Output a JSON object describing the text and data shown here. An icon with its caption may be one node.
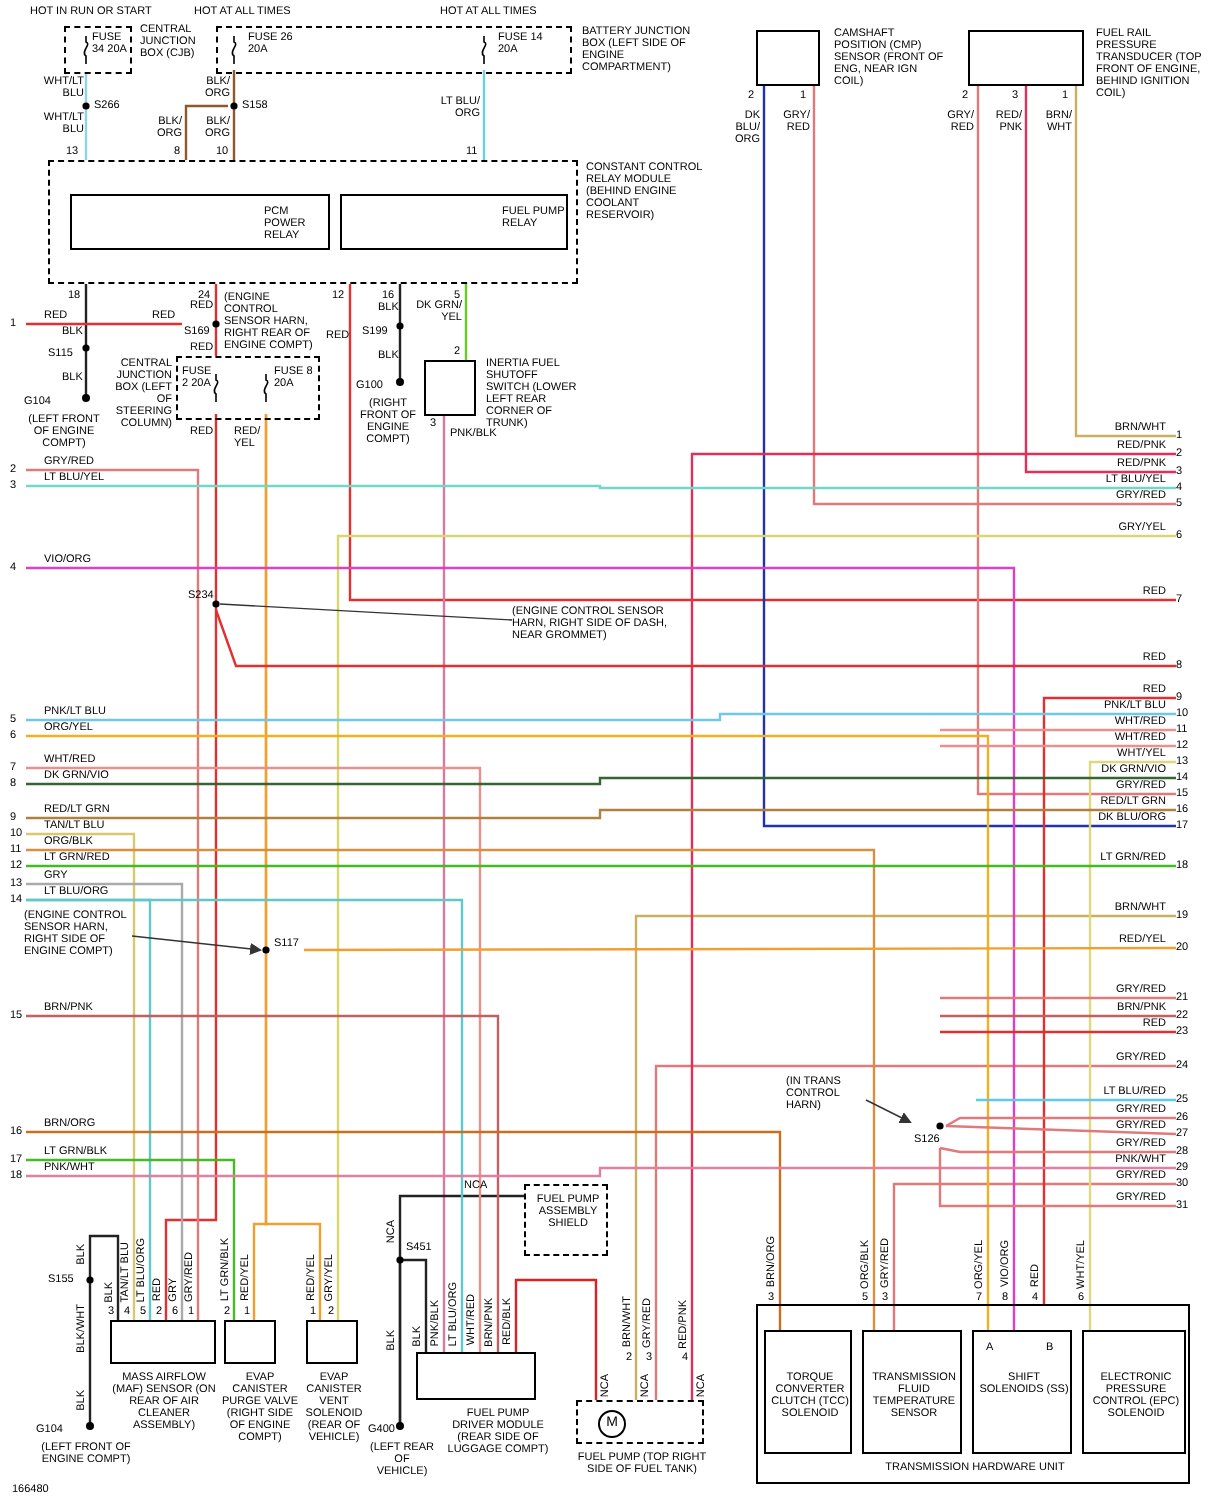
{
  "diagram": {
    "nodes": [
      {
        "text": [
          "FUSE 34 20A"
        ],
        "beside": [
          "CENTRAL JUNCTION BOX (CJB)"
        ]
      },
      {
        "text": [
          "BATTERY JUNCTION BOX (LEFT SIDE OF ENGINE COMPARTMENT)"
        ]
      },
      {
        "text": [
          "FUSE 26 20A"
        ],
        "in": 1
      },
      {
        "text": [
          "FUSE 14 20A"
        ],
        "in": 1
      },
      {
        "text": [
          "CONSTANT CONTROL RELAY MODULE (BEHIND ENGINE COOLANT RESERVOIR)"
        ]
      },
      {
        "text": [
          "PCM POWER RELAY"
        ],
        "in": 4
      },
      {
        "text": [
          "FUEL PUMP RELAY"
        ],
        "in": 4
      },
      {
        "text": [
          "CENTRAL JUNCTION BOX (LEFT OF STEERING COLUMN)"
        ]
      },
      {
        "text": [
          "FUSE 2 20A"
        ],
        "in": 7
      },
      {
        "text": [
          "FUSE 8 20A"
        ],
        "in": 7
      },
      {
        "text": [
          "INERTIA FUEL SHUTOFF SWITCH (LOWER LEFT REAR CORNER OF TRUNK)"
        ]
      },
      {
        "text": [
          "G104",
          "(LEFT FRONT OF ENGINE COMPT)"
        ]
      },
      {
        "text": [
          "G100",
          "(RIGHT FRONT OF ENGINE COMPT)"
        ]
      },
      {
        "text": [
          "CAMSHAFT POSITION (CMP) SENSOR (FRONT OF ENG, NEAR IGN COIL)"
        ]
      },
      {
        "text": [
          "FUEL RAIL PRESSURE TRANSDUCER (TOP FRONT OF ENGINE, BEHIND IGNITION COIL)"
        ]
      },
      {
        "text": [
          "MASS AIRFLOW (MAF) SENSOR (ON REAR OF AIR CLEANER ASSEMBLY)"
        ]
      },
      {
        "text": [
          "EVAP CANISTER PURGE VALVE (RIGHT SIDE OF ENGINE COMPT)"
        ]
      },
      {
        "text": [
          "EVAP CANISTER VENT SOLENOID (REAR OF VEHICLE)"
        ]
      },
      {
        "text": [
          "G104",
          "(LEFT FRONT OF ENGINE COMPT)"
        ]
      },
      {
        "text": [
          "G400",
          "(LEFT REAR OF VEHICLE)"
        ]
      },
      {
        "text": [
          "FUEL PUMP DRIVER MODULE (REAR SIDE OF LUGGAGE COMPT)"
        ]
      },
      {
        "text": [
          "FUEL PUMP ASSEMBLY SHIELD"
        ]
      },
      {
        "text": [
          "M",
          "FUEL PUMP (TOP RIGHT SIDE OF FUEL TANK)"
        ]
      },
      {
        "text": [
          "TRANSMISSION HARDWARE UNIT"
        ]
      },
      {
        "text": [
          "TORQUE CONVERTER CLUTCH (TCC) SOLENOID"
        ],
        "in": 23
      },
      {
        "text": [
          "TRANSMISSION FLUID TEMPERATURE SENSOR"
        ],
        "in": 23
      },
      {
        "text": [
          "A",
          "B",
          "SHIFT SOLENOIDS (SS)"
        ],
        "in": 23
      },
      {
        "text": [
          "ELECTRONIC PRESSURE CONTROL (EPC) SOLENOID"
        ],
        "in": 23
      },
      {
        "text": [
          "(ENGINE CONTROL SENSOR HARN, RIGHT SIDE OF DASH, NEAR GROMMET)"
        ]
      },
      {
        "text": [
          "(ENGINE CONTROL SENSOR HARN, RIGHT SIDE OF ENGINE COMPT)"
        ]
      },
      {
        "text": [
          "(IN TRANS CONTROL HARN)"
        ]
      },
      {
        "text": [
          "1"
        ]
      },
      {
        "text": [
          "2"
        ]
      },
      {
        "text": [
          "3"
        ]
      },
      {
        "text": [
          "4"
        ]
      },
      {
        "text": [
          "5"
        ]
      },
      {
        "text": [
          "6"
        ]
      },
      {
        "text": [
          "7"
        ]
      },
      {
        "text": [
          "8"
        ]
      },
      {
        "text": [
          "9"
        ]
      },
      {
        "text": [
          "10"
        ]
      },
      {
        "text": [
          "11"
        ]
      },
      {
        "text": [
          "12"
        ]
      },
      {
        "text": [
          "13"
        ]
      },
      {
        "text": [
          "14"
        ]
      },
      {
        "text": [
          "15"
        ]
      },
      {
        "text": [
          "16"
        ]
      },
      {
        "text": [
          "17"
        ]
      },
      {
        "text": [
          "18"
        ]
      },
      {
        "text": [
          "1"
        ]
      },
      {
        "text": [
          "2"
        ]
      },
      {
        "text": [
          "3"
        ]
      },
      {
        "text": [
          "4"
        ]
      },
      {
        "text": [
          "5"
        ]
      },
      {
        "text": [
          "6"
        ]
      },
      {
        "text": [
          "7"
        ]
      },
      {
        "text": [
          "8"
        ]
      },
      {
        "text": [
          "9"
        ]
      },
      {
        "text": [
          "10"
        ]
      },
      {
        "text": [
          "11"
        ]
      },
      {
        "text": [
          "12"
        ]
      },
      {
        "text": [
          "13"
        ]
      },
      {
        "text": [
          "14"
        ]
      },
      {
        "text": [
          "15"
        ]
      },
      {
        "text": [
          "16"
        ]
      },
      {
        "text": [
          "17"
        ]
      },
      {
        "text": [
          "18"
        ]
      },
      {
        "text": [
          "19"
        ]
      },
      {
        "text": [
          "20"
        ]
      },
      {
        "text": [
          "21"
        ]
      },
      {
        "text": [
          "22"
        ]
      },
      {
        "text": [
          "23"
        ]
      },
      {
        "text": [
          "24"
        ]
      },
      {
        "text": [
          "25"
        ]
      },
      {
        "text": [
          "26"
        ]
      },
      {
        "text": [
          "27"
        ]
      },
      {
        "text": [
          "28"
        ]
      },
      {
        "text": [
          "29"
        ]
      },
      {
        "text": [
          "30"
        ]
      },
      {
        "text": [
          "31"
        ]
      },
      {
        "text": [
          "S234"
        ]
      },
      {
        "text": [
          "S117"
        ]
      },
      {
        "text": [
          "S126"
        ]
      },
      {
        "text": [
          "S169"
        ]
      },
      {
        "text": [
          "S158"
        ]
      }
    ],
    "edges": [
      {
        "from": 0,
        "to": 4,
        "arrow": "none",
        "label": "WHT/LT BLU",
        "color": "#8fd3e8"
      },
      {
        "from": 2,
        "to": 4,
        "arrow": "none",
        "label": "BLK/ORG",
        "color": "#8b5a2b"
      },
      {
        "from": 3,
        "to": 4,
        "arrow": "none",
        "label": "LT BLU/ORG",
        "color": "#70d0d8"
      },
      {
        "from": 4,
        "to": 11,
        "arrow": "none",
        "label": "BLK",
        "color": "#222222"
      },
      {
        "from": 4,
        "to": 7,
        "arrow": "none",
        "label": "RED",
        "color": "#e03030"
      },
      {
        "from": 4,
        "to": 55,
        "arrow": "none",
        "label": "RED",
        "color": "#e03030"
      },
      {
        "from": 4,
        "to": 12,
        "arrow": "none",
        "label": "BLK",
        "color": "#222222"
      },
      {
        "from": 4,
        "to": 10,
        "arrow": "none",
        "label": "DK GRN/YEL",
        "color": "#66cc22"
      },
      {
        "from": 10,
        "to": 20,
        "arrow": "none",
        "label": "PNK/BLK",
        "color": "#d77aa0"
      },
      {
        "from": 8,
        "to": 15,
        "arrow": "none",
        "label": "RED",
        "color": "#e03030"
      },
      {
        "from": 9,
        "to": 16,
        "arrow": "none",
        "label": "RED/YEL",
        "color": "#f0a030"
      },
      {
        "from": 9,
        "to": 17,
        "arrow": "none",
        "label": "RED/YEL",
        "color": "#f0a030"
      },
      {
        "from": 13,
        "to": 65,
        "arrow": "none",
        "label": "DK BLU/ORG",
        "color": "#2233aa"
      },
      {
        "from": 13,
        "to": 53,
        "arrow": "none",
        "label": "GRY/RED",
        "color": "#e07a7a"
      },
      {
        "from": 14,
        "to": 63,
        "arrow": "none",
        "label": "GRY/RED",
        "color": "#e07a7a"
      },
      {
        "from": 14,
        "to": 51,
        "arrow": "none",
        "label": "RED/PNK",
        "color": "#e0305a"
      },
      {
        "from": 14,
        "to": 49,
        "arrow": "none",
        "label": "BRN/WHT",
        "color": "#c8b060"
      },
      {
        "from": 15,
        "to": 18,
        "arrow": "none",
        "label": "BLK",
        "color": "#222222"
      },
      {
        "from": 15,
        "to": 40,
        "arrow": "none",
        "label": "TAN/LT BLU",
        "color": "#d8c870"
      },
      {
        "from": 15,
        "to": 44,
        "arrow": "none",
        "label": "LT BLU/ORG",
        "color": "#60c8c8"
      },
      {
        "from": 15,
        "to": 43,
        "arrow": "none",
        "label": "GRY",
        "color": "#aaaaaa"
      },
      {
        "from": 15,
        "to": 32,
        "arrow": "none",
        "label": "GRY/RED",
        "color": "#e07a7a"
      },
      {
        "from": 16,
        "to": 47,
        "arrow": "none",
        "label": "LT GRN/BLK",
        "color": "#44bb22"
      },
      {
        "from": 17,
        "to": 54,
        "arrow": "none",
        "label": "GRY/YEL",
        "color": "#d8d870"
      },
      {
        "from": 20,
        "to": 19,
        "arrow": "none",
        "label": "BLK",
        "color": "#222222"
      },
      {
        "from": 19,
        "to": 21,
        "arrow": "none",
        "label": "NCA",
        "color": "#222222"
      },
      {
        "from": 20,
        "to": 44,
        "arrow": "none",
        "label": "LT BLU/ORG",
        "color": "#60c8c8"
      },
      {
        "from": 20,
        "to": 37,
        "arrow": "none",
        "label": "WHT/RED",
        "color": "#e89090"
      },
      {
        "from": 20,
        "to": 45,
        "arrow": "none",
        "label": "BRN/PNK",
        "color": "#c06060"
      },
      {
        "from": 20,
        "to": 22,
        "arrow": "none",
        "label": "RED/BLK",
        "color": "#dd2020"
      },
      {
        "from": 22,
        "to": 67,
        "arrow": "none",
        "label": "BRN/WHT",
        "color": "#c8b060"
      },
      {
        "from": 22,
        "to": 72,
        "arrow": "none",
        "label": "GRY/RED",
        "color": "#e07a7a"
      },
      {
        "from": 22,
        "to": 50,
        "arrow": "none",
        "label": "RED/PNK",
        "color": "#e0305a"
      },
      {
        "from": 24,
        "to": 46,
        "arrow": "none",
        "label": "BRN/ORG",
        "color": "#c87020"
      },
      {
        "from": 25,
        "to": 41,
        "arrow": "none",
        "label": "ORG/BLK",
        "color": "#d89040"
      },
      {
        "from": 25,
        "to": 78,
        "arrow": "none",
        "label": "GRY/RED",
        "color": "#e07a7a"
      },
      {
        "from": 26,
        "to": 36,
        "arrow": "none",
        "label": "ORG/YEL",
        "color": "#f0b020"
      },
      {
        "from": 26,
        "to": 34,
        "arrow": "none",
        "label": "VIO/ORG",
        "color": "#e040c0"
      },
      {
        "from": 23,
        "to": 57,
        "arrow": "none",
        "label": "RED",
        "color": "#e03030"
      },
      {
        "from": 27,
        "to": 61,
        "arrow": "none",
        "label": "WHT/YEL",
        "color": "#e0d880"
      },
      {
        "from": 28,
        "to": 80,
        "arrow": "none",
        "color": "#333333"
      },
      {
        "from": 29,
        "to": 81,
        "arrow": "to",
        "color": "#333333"
      },
      {
        "from": 30,
        "to": 82,
        "arrow": "to",
        "color": "#333333"
      },
      {
        "from": 31,
        "to": 83,
        "arrow": "none",
        "color": "#e03030"
      },
      {
        "from": 33,
        "to": 52,
        "arrow": "none",
        "color": "#70d8c8"
      },
      {
        "from": 35,
        "to": 58,
        "arrow": "none",
        "color": "#70c8e8"
      },
      {
        "from": 38,
        "to": 62,
        "arrow": "none",
        "color": "#336633"
      },
      {
        "from": 39,
        "to": 64,
        "arrow": "none",
        "color": "#b08040"
      },
      {
        "from": 42,
        "to": 66,
        "arrow": "none",
        "color": "#44bb22"
      },
      {
        "from": 48,
        "to": 77,
        "arrow": "none",
        "color": "#e080a0"
      },
      {
        "from": 80,
        "to": 56,
        "arrow": "none",
        "color": "#e03030"
      },
      {
        "from": null,
        "to": 59,
        "arrow": "none",
        "color": "#e89090"
      },
      {
        "from": null,
        "to": 60,
        "arrow": "none",
        "color": "#e89090"
      },
      {
        "from": 81,
        "to": 68,
        "arrow": "none",
        "color": "#f0a030"
      },
      {
        "from": null,
        "to": 69,
        "arrow": "none",
        "color": "#e07a7a"
      },
      {
        "from": null,
        "to": 70,
        "arrow": "none",
        "color": "#c06060"
      },
      {
        "from": null,
        "to": 71,
        "arrow": "none",
        "color": "#e03030"
      },
      {
        "from": null,
        "to": 73,
        "arrow": "none",
        "color": "#60c8e8"
      },
      {
        "from": 82,
        "to": 74,
        "arrow": "none",
        "color": "#e07a7a"
      },
      {
        "from": 82,
        "to": 75,
        "arrow": "none",
        "color": "#e07a7a"
      },
      {
        "from": 82,
        "to": 76,
        "arrow": "none",
        "color": "#e07a7a"
      },
      {
        "from": 82,
        "to": 79,
        "arrow": "none",
        "color": "#e07a7a"
      },
      {
        "from": 84,
        "to": 4,
        "arrow": "none",
        "color": "#8b5a2b"
      }
    ],
    "labels": [
      "HOT IN RUN OR START",
      "HOT AT ALL TIMES",
      "HOT AT ALL TIMES",
      "WHT/LT BLU",
      "S266",
      "13",
      "BLK/ORG",
      "8",
      "BLK/ORG",
      "10",
      "11",
      "18",
      "24",
      "12",
      "16",
      "5",
      "RED",
      "RED",
      "(ENGINE CONTROL SENSOR HARN, RIGHT REAR OF ENGINE COMPT)",
      "S115",
      "BLK",
      "RED",
      "RED",
      "RED/YEL",
      "S199",
      "BLK",
      "2",
      "3",
      "2",
      "1",
      "2",
      "3",
      "1",
      "GRY/RED",
      "LT BLU/YEL",
      "VIO/ORG",
      "PNK/LT BLU",
      "ORG/YEL",
      "WHT/RED",
      "DK GRN/VIO",
      "RED/LT GRN",
      "TAN/LT BLU",
      "ORG/BLK",
      "LT GRN/RED",
      "GRY",
      "LT BLU/ORG",
      "BRN/PNK",
      "BRN/ORG",
      "LT GRN/BLK",
      "PNK/WHT",
      "BRN/WHT",
      "RED/PNK",
      "RED/PNK",
      "LT BLU/YEL",
      "GRY/RED",
      "GRY/YEL",
      "RED",
      "RED",
      "RED",
      "PNK/LT BLU",
      "WHT/RED",
      "WHT/RED",
      "WHT/YEL",
      "DK GRN/VIO",
      "GRY/RED",
      "RED/LT GRN",
      "DK BLU/ORG",
      "LT GRN/RED",
      "BRN/WHT",
      "RED/YEL",
      "GRY/RED",
      "BRN/PNK",
      "RED",
      "GRY/RED",
      "LT BLU/RED",
      "GRY/RED",
      "GRY/RED",
      "GRY/RED",
      "PNK/WHT",
      "GRY/RED",
      "GRY/RED",
      "BLK",
      "S155",
      "BLK/WHT",
      "BLK",
      "3",
      "4",
      "5",
      "2",
      "6",
      "1",
      "2",
      "1",
      "1",
      "2",
      "NCA",
      "S451",
      "BLK",
      "PNK/BLK",
      "NCA",
      "NCA",
      "NCA",
      "2",
      "3",
      "4",
      "3",
      "5",
      "3",
      "7",
      "8",
      "4",
      "6",
      "166480"
    ]
  }
}
